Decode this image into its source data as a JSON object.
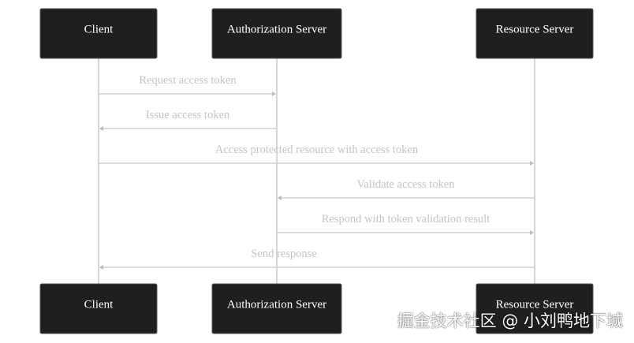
{
  "participants": [
    {
      "id": "client",
      "label": "Client"
    },
    {
      "id": "auth",
      "label": "Authorization Server"
    },
    {
      "id": "resource",
      "label": "Resource Server"
    }
  ],
  "messages": [
    {
      "from": "client",
      "to": "auth",
      "label": "Request access token",
      "label_align": "center"
    },
    {
      "from": "auth",
      "to": "client",
      "label": "Issue access token",
      "label_align": "center"
    },
    {
      "from": "client",
      "to": "resource",
      "label": "Access protected resource with access token",
      "label_align": "center"
    },
    {
      "from": "resource",
      "to": "auth",
      "label": "Validate access token",
      "label_align": "center"
    },
    {
      "from": "auth",
      "to": "resource",
      "label": "Respond with token validation result",
      "label_align": "center"
    },
    {
      "from": "resource",
      "to": "client",
      "label": "Send response",
      "label_align": "center"
    }
  ],
  "watermark": "掘金技术社区 @ 小刘鸭地下城"
}
